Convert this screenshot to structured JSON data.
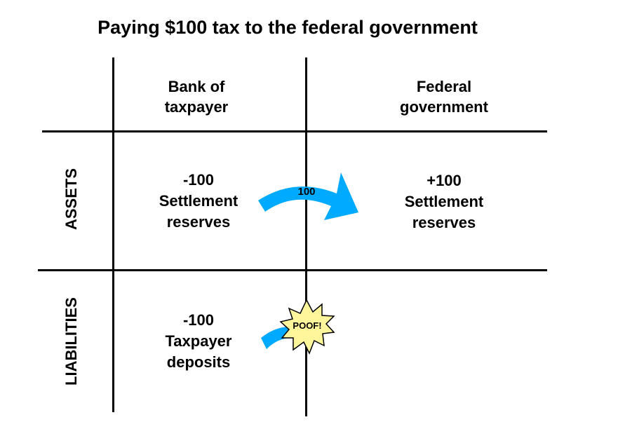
{
  "title": "Paying $100 tax to the federal government",
  "columns": [
    "Bank of\ntaxpayer",
    "Federal\ngovernment"
  ],
  "rows": [
    "ASSETS",
    "LIABILITIES"
  ],
  "cells": {
    "bank_assets": "-100\nSettlement\nreserves",
    "gov_assets": "+100\nSettlement\nreserves",
    "bank_liabilities": "-100\nTaxpayer\ndeposits"
  },
  "transfer_arrow": {
    "label": "100",
    "color": "#00aaff"
  },
  "poof": {
    "label": "POOF!",
    "fill": "#fff59a"
  }
}
